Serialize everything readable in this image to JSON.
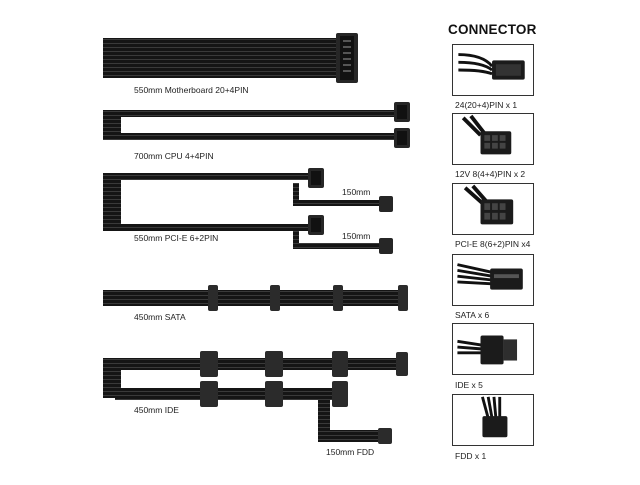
{
  "cables": {
    "motherboard": "550mm  Motherboard 20+4PIN",
    "cpu": "700mm  CPU 4+4PIN",
    "pcie": "550mm  PCI-E 6+2PIN",
    "pcie_branch_1": "150mm",
    "pcie_branch_2": "150mm",
    "sata": "450mm  SATA",
    "ide": "450mm  IDE",
    "fdd": "150mm  FDD"
  },
  "connector_panel": {
    "title": "CONNECTOR",
    "items": [
      {
        "label": "24(20+4)PIN x 1",
        "icon": "atx-24pin-connector-icon"
      },
      {
        "label": "12V 8(4+4)PIN x 2",
        "icon": "cpu-8pin-connector-icon"
      },
      {
        "label": "PCI-E 8(6+2)PIN x4",
        "icon": "pcie-8pin-connector-icon"
      },
      {
        "label": "SATA x 6",
        "icon": "sata-connector-icon"
      },
      {
        "label": "IDE x 5",
        "icon": "molex-ide-connector-icon"
      },
      {
        "label": "FDD x 1",
        "icon": "fdd-connector-icon"
      }
    ]
  },
  "colors": {
    "cable": "#1a1a1a",
    "connector": "#2b2b2b",
    "background": "#ffffff"
  }
}
